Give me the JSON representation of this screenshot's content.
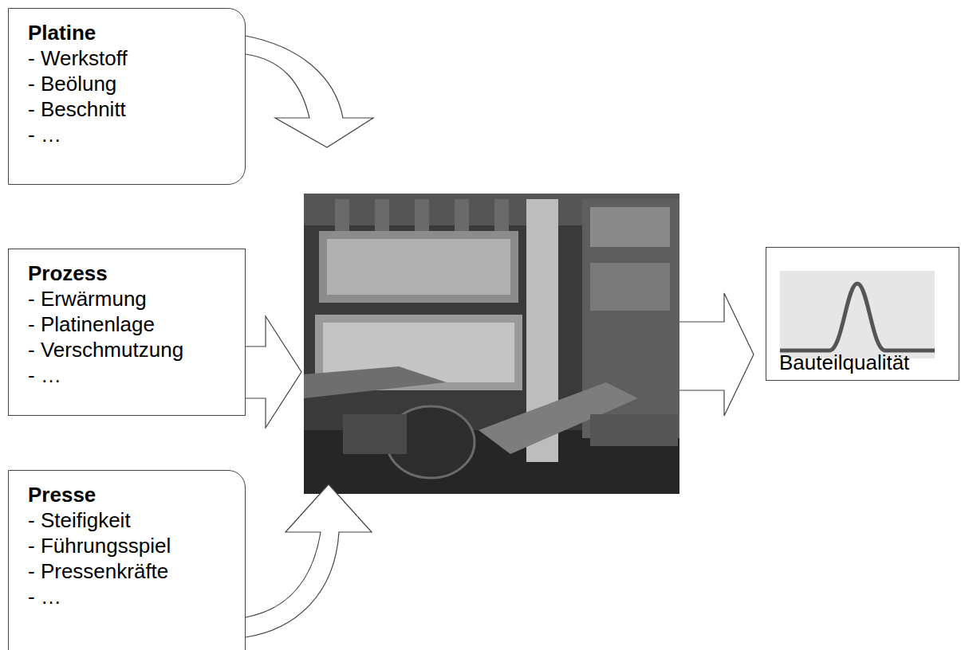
{
  "diagram": {
    "nodes": [
      {
        "text": [
          "Platine",
          "- Werkstoff",
          "- Beölung",
          "- Beschnitt",
          "- …"
        ]
      },
      {
        "text": [
          "Prozess",
          "- Erwärmung",
          "- Platinenlage",
          "- Verschmutzung",
          "- …"
        ]
      },
      {
        "text": [
          "Presse",
          "- Steifigkeit",
          "- Führungsspiel",
          "- Pressenkräfte",
          "- …"
        ]
      },
      {
        "text": [
          "Bauteilqualität"
        ]
      }
    ]
  }
}
